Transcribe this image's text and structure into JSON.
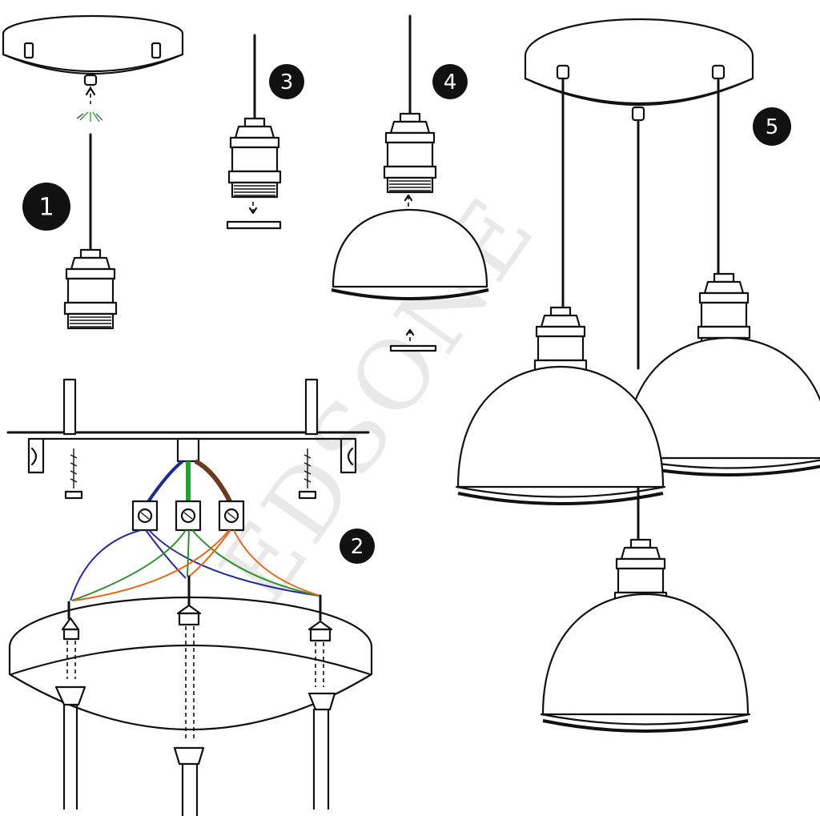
{
  "steps": [
    {
      "id": "step-1",
      "label": "1"
    },
    {
      "id": "step-2",
      "label": "2"
    },
    {
      "id": "step-3",
      "label": "3"
    },
    {
      "id": "step-4",
      "label": "4"
    },
    {
      "id": "step-5",
      "label": "5"
    }
  ],
  "watermark": "LEDSONE",
  "wire_colors": {
    "live": "#6b3a1e",
    "earth": "#22a33a",
    "neutral": "#1e2b8f",
    "orange": "#e06a1a",
    "green": "#2f8f2f",
    "blue": "#2a2a9a"
  },
  "icons": [
    "ceiling-rose-icon",
    "lamp-holder-icon",
    "dome-shade-icon",
    "terminal-block-icon",
    "screw-icon",
    "ring-nut-icon"
  ]
}
